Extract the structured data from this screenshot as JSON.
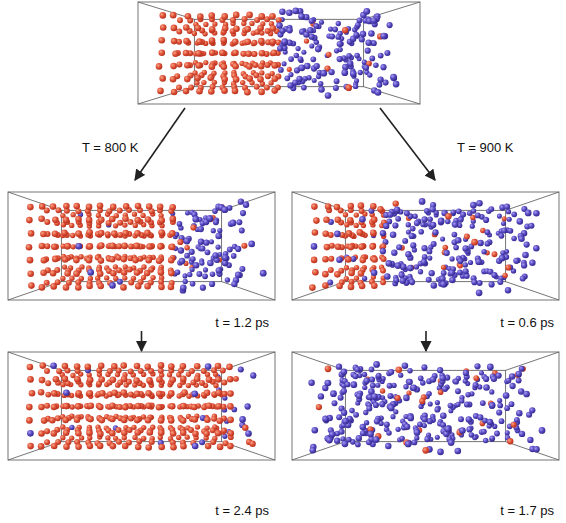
{
  "diagram": {
    "nodes": [
      {
        "text": [
          "t = 1.2 ps"
        ]
      },
      {
        "text": [
          "t = 0.6 ps"
        ]
      },
      {
        "text": [
          "t = 2.4 ps"
        ]
      },
      {
        "text": [
          "t = 1.7 ps"
        ]
      }
    ],
    "edges": [
      {
        "from": 0,
        "to": 2,
        "arrow": "to"
      },
      {
        "from": 1,
        "to": 3,
        "arrow": "to"
      }
    ],
    "labels": [
      "T = 800 K",
      "T = 900 K"
    ]
  }
}
